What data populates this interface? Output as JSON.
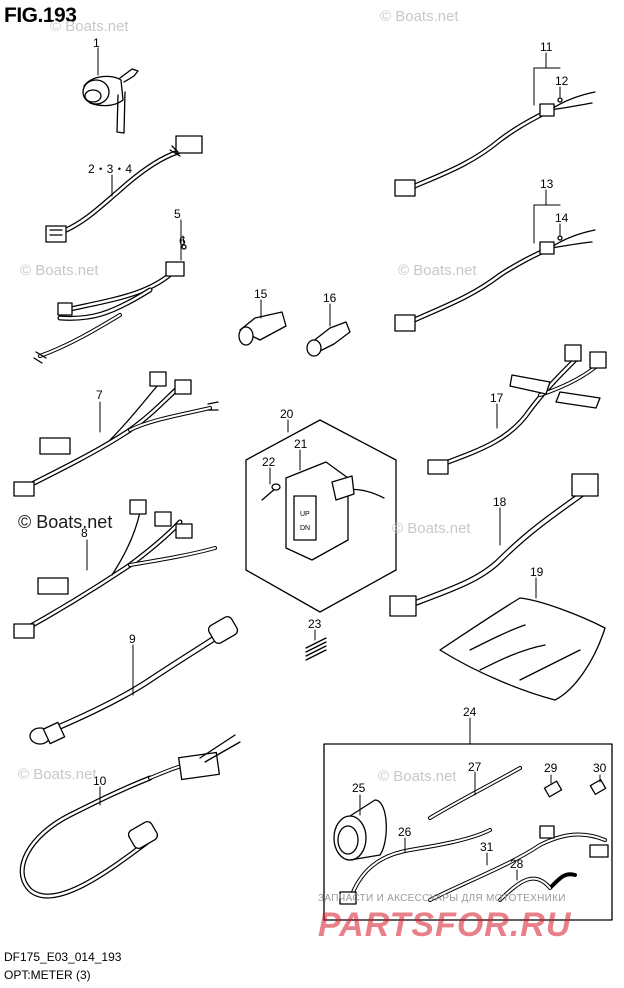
{
  "figure": {
    "title": "FIG.193",
    "code": "DF175_E03_014_193",
    "name": "OPT:METER (3)"
  },
  "watermarks": {
    "main": "© Boats.net",
    "faint": [
      "© Boats.net",
      "© Boats.net",
      "© Boats.net",
      "© Boats.net",
      "© Boats.net",
      "© Boats.net",
      "© Boats.net"
    ]
  },
  "brand": {
    "tagline": "ЗАПЧАСТИ И АКСЕССУАРЫ ДЛЯ МОТОТЕХНИКИ",
    "logo": "PARTSFOR.RU"
  },
  "callouts": [
    "1",
    "2・3・4",
    "5",
    "6",
    "7",
    "8",
    "9",
    "10",
    "11",
    "12",
    "13",
    "14",
    "15",
    "16",
    "17",
    "18",
    "19",
    "20",
    "21",
    "22",
    "23",
    "24",
    "25",
    "26",
    "27",
    "28",
    "29",
    "30",
    "31"
  ],
  "switch_labels": {
    "up": "UP",
    "down": "DN"
  },
  "colors": {
    "line": "#000000",
    "watermark": "#c8c8c8",
    "brand_red": "#d7192a"
  }
}
